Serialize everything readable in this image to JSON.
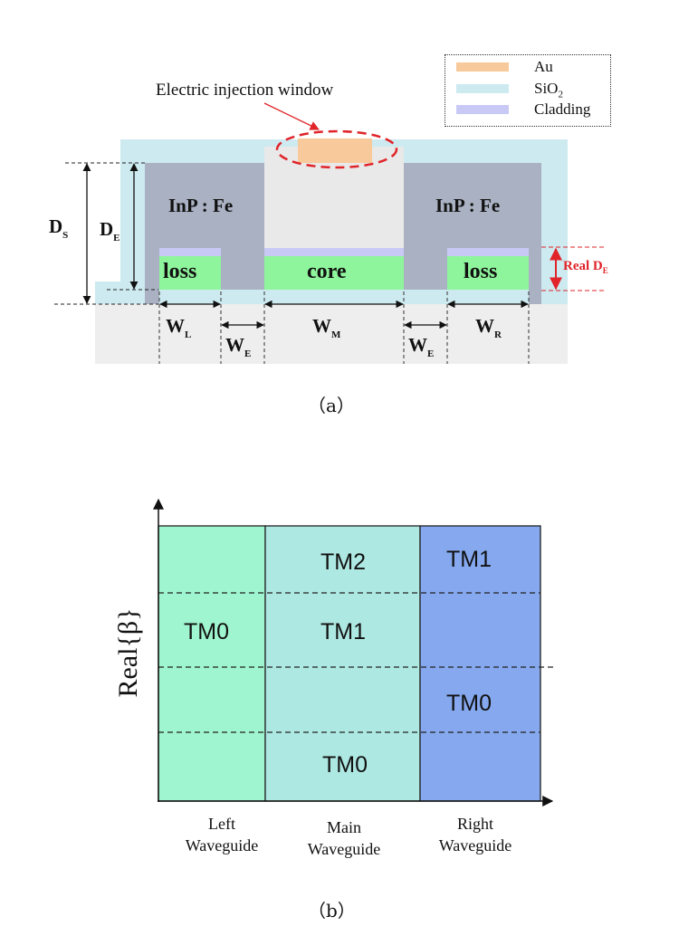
{
  "panel_a": {
    "legend": [
      {
        "label": "Au",
        "color": "#f7c99b"
      },
      {
        "label": "SiO",
        "sub": "2",
        "color": "#cdeaf0"
      },
      {
        "label": "Cladding",
        "color": "#c9c9f5"
      }
    ],
    "injection_label": "Electric injection window",
    "material_left": "InP : Fe",
    "material_right": "InP : Fe",
    "region_left": "loss",
    "region_center": "core",
    "region_right": "loss",
    "ds": {
      "main": "D",
      "sub": "S"
    },
    "de": {
      "main": "D",
      "sub": "E"
    },
    "real_de": {
      "main": "Real D",
      "sub": "E"
    },
    "widths": [
      {
        "main": "W",
        "sub": "L"
      },
      {
        "main": "W",
        "sub": "E"
      },
      {
        "main": "W",
        "sub": "M"
      },
      {
        "main": "W",
        "sub": "E"
      },
      {
        "main": "W",
        "sub": "R"
      }
    ],
    "caption": "（a）"
  },
  "panel_b": {
    "y_axis_label": "Real{β}",
    "columns": [
      {
        "label_line1": "Left",
        "label_line2": "Waveguide",
        "color": "#9ff5cf"
      },
      {
        "label_line1": "Main",
        "label_line2": "Waveguide",
        "color": "#aee8e2"
      },
      {
        "label_line1": "Right",
        "label_line2": "Waveguide",
        "color": "#85a8ee"
      }
    ],
    "modes": {
      "left": [
        "TM0"
      ],
      "main": [
        "TM2",
        "TM1",
        "TM0"
      ],
      "right": [
        "TM1",
        "TM0"
      ]
    },
    "caption": "（b）"
  }
}
